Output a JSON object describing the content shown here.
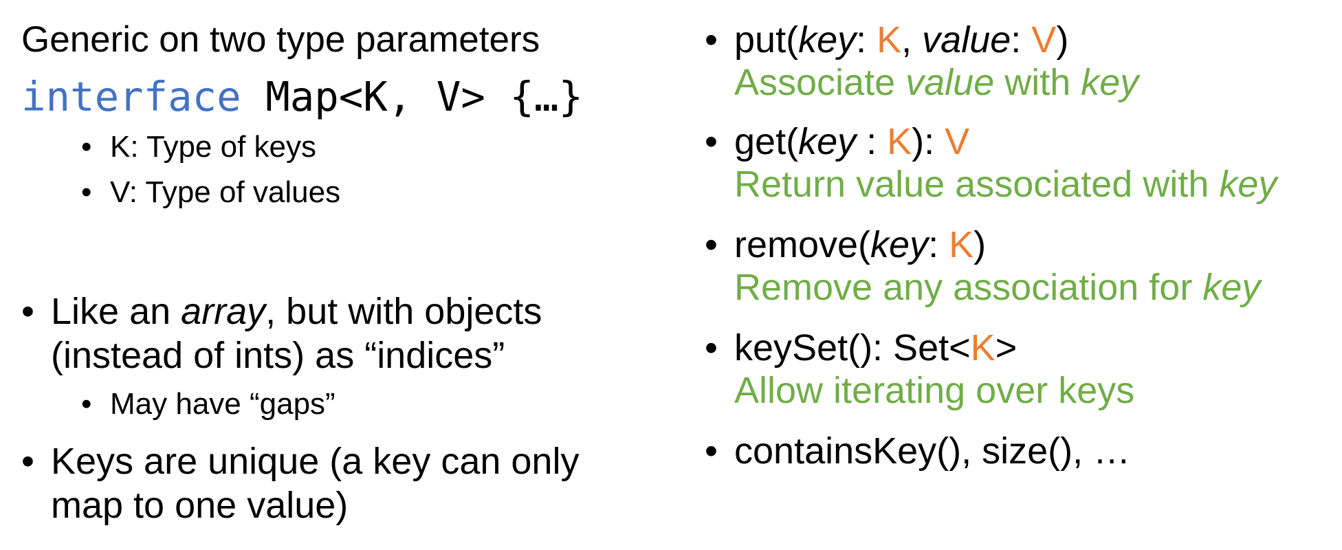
{
  "left": {
    "heading": "Generic on two type parameters",
    "code": {
      "keyword": "interface",
      "rest": " Map<K, V> {…}"
    },
    "type_params": [
      "K: Type of keys",
      "V: Type of values"
    ],
    "bullet_array": {
      "pre": "Like an ",
      "italic": "array",
      "post": ", but with objects",
      "line2": "(instead of ints) as “indices”"
    },
    "gaps": "May have “gaps”",
    "unique": {
      "line1": "Keys are unique (a key can only",
      "line2": "map to one value)"
    }
  },
  "methods": {
    "put": {
      "name": "put(",
      "p1": "key",
      "colon1": ": ",
      "t1": "K",
      "comma": ", ",
      "p2": "value",
      "colon2": ": ",
      "t2": "V",
      "close": ")",
      "desc_pre": "Associate ",
      "desc_it1": "value",
      "desc_mid": " with ",
      "desc_it2": "key"
    },
    "get": {
      "name": "get(",
      "p1": "key",
      "colon1": " : ",
      "t1": "K",
      "close": "): ",
      "ret": "V",
      "desc_pre": "Return value associated with ",
      "desc_it": "key"
    },
    "remove": {
      "name": "remove(",
      "p1": "key",
      "colon1": ": ",
      "t1": "K",
      "close": ")",
      "desc_pre": "Remove any association for ",
      "desc_it": "key"
    },
    "keyset": {
      "name": "keySet(): Set<",
      "t1": "K",
      "close": ">",
      "desc": "Allow iterating over keys"
    },
    "other": "containsKey(), size(), …"
  },
  "bullet_char": "•",
  "colors": {
    "keyword_blue": "#4472C4",
    "type_orange": "#ED7D31",
    "desc_green": "#70AD47"
  }
}
